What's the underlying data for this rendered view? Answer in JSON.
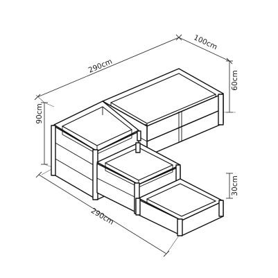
{
  "dimensions": {
    "top_width": "290cm",
    "top_depth": "100cm",
    "bottom_width": "290cm",
    "height_tall": "90cm",
    "height_mid": "60cm",
    "height_low": "30cm"
  }
}
